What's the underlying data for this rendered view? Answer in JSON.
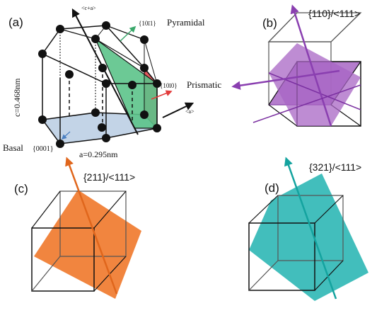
{
  "panels": {
    "a": {
      "label": "(a)",
      "axis_ca": "<c+a>",
      "axis_a": "<a>",
      "pyramidal_plane": "{10ī1}",
      "pyramidal_name": "Pyramidal",
      "prismatic_plane": "{10ī0}",
      "prismatic_name": "Prismatic",
      "basal_name": "Basal",
      "basal_plane": "{0001}",
      "lattice_c": "c=0.468nm",
      "lattice_a": "a=0.295nm",
      "colors": {
        "pyramidal": "#5cc38a",
        "prismatic": "#e2575c",
        "basal": "#b9cde3"
      }
    },
    "b": {
      "label": "(b)",
      "system": "{110}/<111>",
      "color": "#a866c4"
    },
    "c": {
      "label": "(c)",
      "system": "{211}/<111>",
      "color": "#f0782a"
    },
    "d": {
      "label": "(d)",
      "system": "{321}/<111>",
      "color": "#21b3b0"
    }
  }
}
